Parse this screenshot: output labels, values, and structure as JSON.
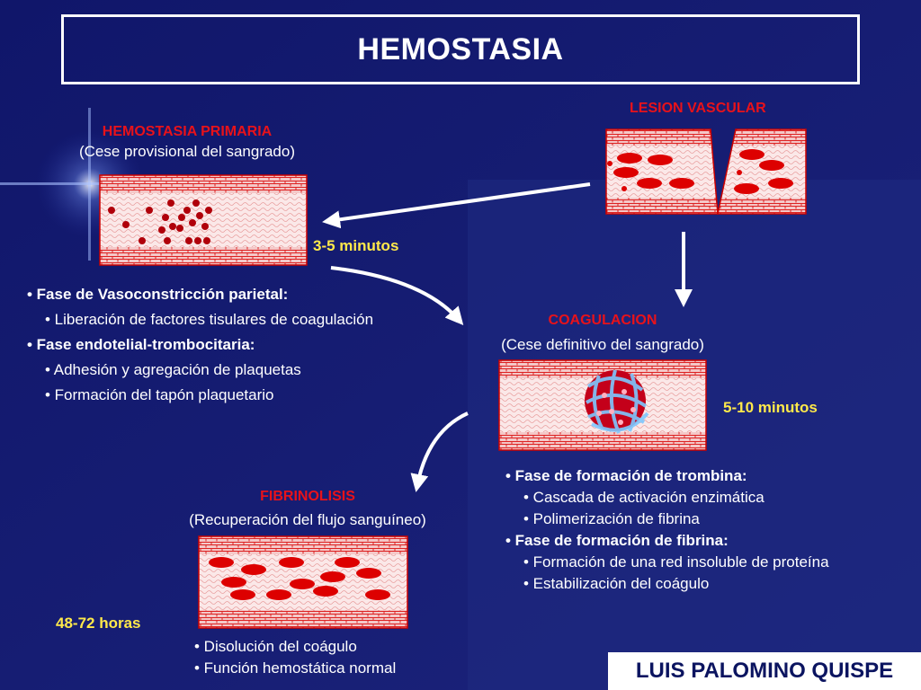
{
  "title": "HEMOSTASIA",
  "lesion": {
    "label": "LESION VASCULAR"
  },
  "primaria": {
    "title": "HEMOSTASIA PRIMARIA",
    "subtitle": "(Cese provisional del sangrado)",
    "time": "3-5 minutos",
    "bullets": [
      {
        "text": "• Fase de Vasoconstricción parietal:",
        "level": 1
      },
      {
        "text": "• Liberación de factores tisulares de coagulación",
        "level": 2
      },
      {
        "text": "• Fase endotelial-trombocitaria:",
        "level": 1
      },
      {
        "text": "• Adhesión y agregación de plaquetas",
        "level": 2
      },
      {
        "text": "• Formación del tapón plaquetario",
        "level": 2
      }
    ]
  },
  "coagulacion": {
    "title": "COAGULACION",
    "subtitle": "(Cese definitivo del sangrado)",
    "time": "5-10 minutos",
    "bullets": [
      {
        "text": "• Fase de formación de trombina:",
        "level": 1
      },
      {
        "text": "• Cascada de activación enzimática",
        "level": 2
      },
      {
        "text": "• Polimerización de fibrina",
        "level": 2
      },
      {
        "text": "• Fase de formación de  fibrina:",
        "level": 1
      },
      {
        "text": "• Formación de una red insoluble de proteína",
        "level": 2
      },
      {
        "text": "• Estabilización del coágulo",
        "level": 2
      }
    ]
  },
  "fibrinolisis": {
    "title": "FIBRINOLISIS",
    "subtitle": "(Recuperación del flujo sanguíneo)",
    "time": "48-72 horas",
    "bullets": [
      "• Disolución del coágulo",
      "• Función hemostática normal"
    ]
  },
  "author": "LUIS PALOMINO QUISPE",
  "colors": {
    "background": "#141a6e",
    "accent_red": "#e8121a",
    "time_yellow": "#ffe94a",
    "vessel_wall": "#f0a0a0"
  }
}
